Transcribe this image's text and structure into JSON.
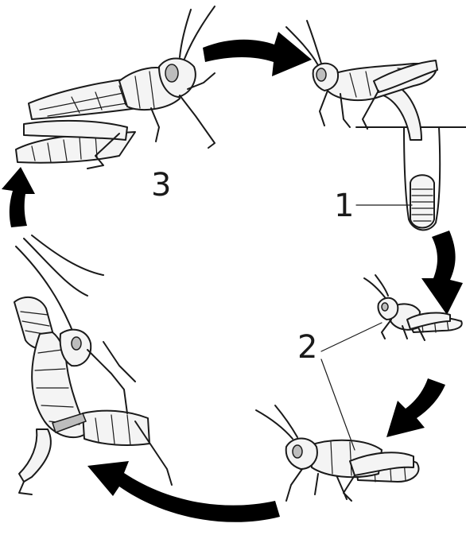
{
  "labels": {
    "eggs": "1",
    "nymphs": "2",
    "adult": "3"
  },
  "colors": {
    "ink": "#1a1a1a",
    "arrow": "#000000",
    "background": "#ffffff"
  }
}
